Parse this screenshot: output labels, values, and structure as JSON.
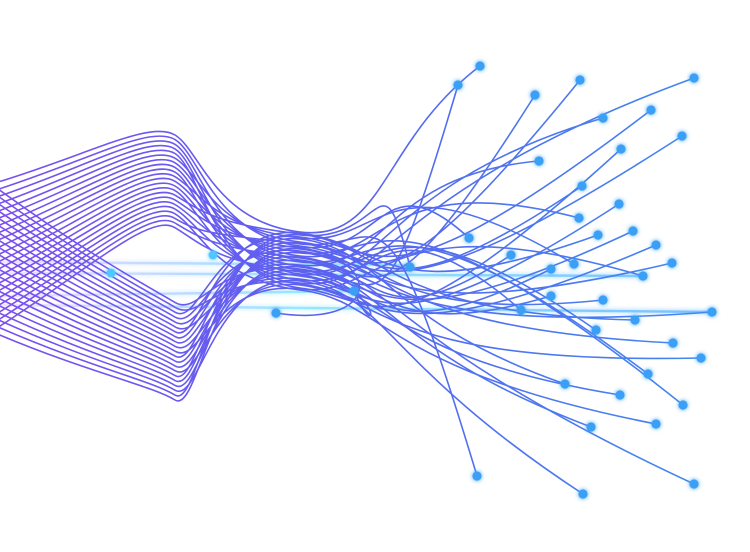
{
  "graphic": {
    "name": "flowing-network-lines",
    "palette": {
      "background": "#ffffff",
      "line_start": "#7a4ff0",
      "line_mid": "#5a63f0",
      "line_end": "#3f8cf0",
      "dot": "#3aa0f5",
      "glow": "#7fe0ff"
    },
    "strand_count": 42,
    "glow_beam_count": 4
  }
}
